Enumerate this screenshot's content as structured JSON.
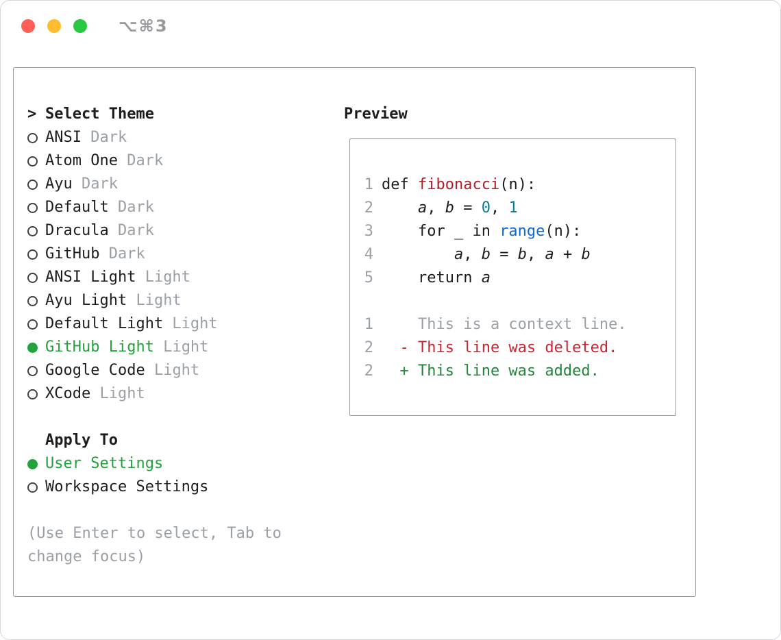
{
  "titlebar": {
    "shortcut": "⌥⌘3"
  },
  "selector": {
    "prompt": ">",
    "title": "Select Theme",
    "themes": [
      {
        "name": "ANSI",
        "tag": "Dark",
        "selected": false
      },
      {
        "name": "Atom One",
        "tag": "Dark",
        "selected": false
      },
      {
        "name": "Ayu",
        "tag": "Dark",
        "selected": false
      },
      {
        "name": "Default",
        "tag": "Dark",
        "selected": false
      },
      {
        "name": "Dracula",
        "tag": "Dark",
        "selected": false
      },
      {
        "name": "GitHub",
        "tag": "Dark",
        "selected": false
      },
      {
        "name": "ANSI Light",
        "tag": "Light",
        "selected": false
      },
      {
        "name": "Ayu Light",
        "tag": "Light",
        "selected": false
      },
      {
        "name": "Default Light",
        "tag": "Light",
        "selected": false
      },
      {
        "name": "GitHub Light",
        "tag": "Light",
        "selected": true
      },
      {
        "name": "Google Code",
        "tag": "Light",
        "selected": false
      },
      {
        "name": "XCode",
        "tag": "Light",
        "selected": false
      }
    ],
    "apply_title": "Apply To",
    "apply_options": [
      {
        "label": "User Settings",
        "selected": true
      },
      {
        "label": "Workspace Settings",
        "selected": false
      }
    ],
    "hint_lines": [
      "(Use Enter to select, Tab to",
      "change focus)"
    ]
  },
  "preview": {
    "title": "Preview",
    "code_lines": [
      {
        "num": "1",
        "tokens": [
          {
            "t": "def "
          },
          {
            "t": "fibonacci",
            "c": "func"
          },
          {
            "t": "(n):"
          }
        ]
      },
      {
        "num": "2",
        "tokens": [
          {
            "t": "    "
          },
          {
            "t": "a",
            "i": true
          },
          {
            "t": ", "
          },
          {
            "t": "b",
            "i": true
          },
          {
            "t": " = "
          },
          {
            "t": "0",
            "c": "num"
          },
          {
            "t": ", "
          },
          {
            "t": "1",
            "c": "num"
          }
        ]
      },
      {
        "num": "3",
        "tokens": [
          {
            "t": "    for _ in "
          },
          {
            "t": "range",
            "c": "builtin"
          },
          {
            "t": "(n):"
          }
        ]
      },
      {
        "num": "4",
        "tokens": [
          {
            "t": "        "
          },
          {
            "t": "a",
            "i": true
          },
          {
            "t": ", "
          },
          {
            "t": "b",
            "i": true
          },
          {
            "t": " = "
          },
          {
            "t": "b",
            "i": true
          },
          {
            "t": ", "
          },
          {
            "t": "a",
            "i": true
          },
          {
            "t": " + "
          },
          {
            "t": "b",
            "i": true
          }
        ]
      },
      {
        "num": "5",
        "tokens": [
          {
            "t": "    return "
          },
          {
            "t": "a",
            "i": true
          }
        ]
      }
    ],
    "diff_lines": [
      {
        "num": "1",
        "kind": "context",
        "text": "    This is a context line."
      },
      {
        "num": "2",
        "kind": "deleted",
        "text": "  - This line was deleted."
      },
      {
        "num": "2",
        "kind": "added",
        "text": "  + This line was added."
      }
    ]
  },
  "colors": {
    "text_black": "#1d1d1f",
    "muted_gray": "#9aa0a6",
    "selection_green": "#22a13c",
    "added_green": "#22863a",
    "deleted_red": "#cb2431",
    "function_red": "#b31d28",
    "number_teal": "#0e7a8a",
    "builtin_blue": "#0969da"
  }
}
